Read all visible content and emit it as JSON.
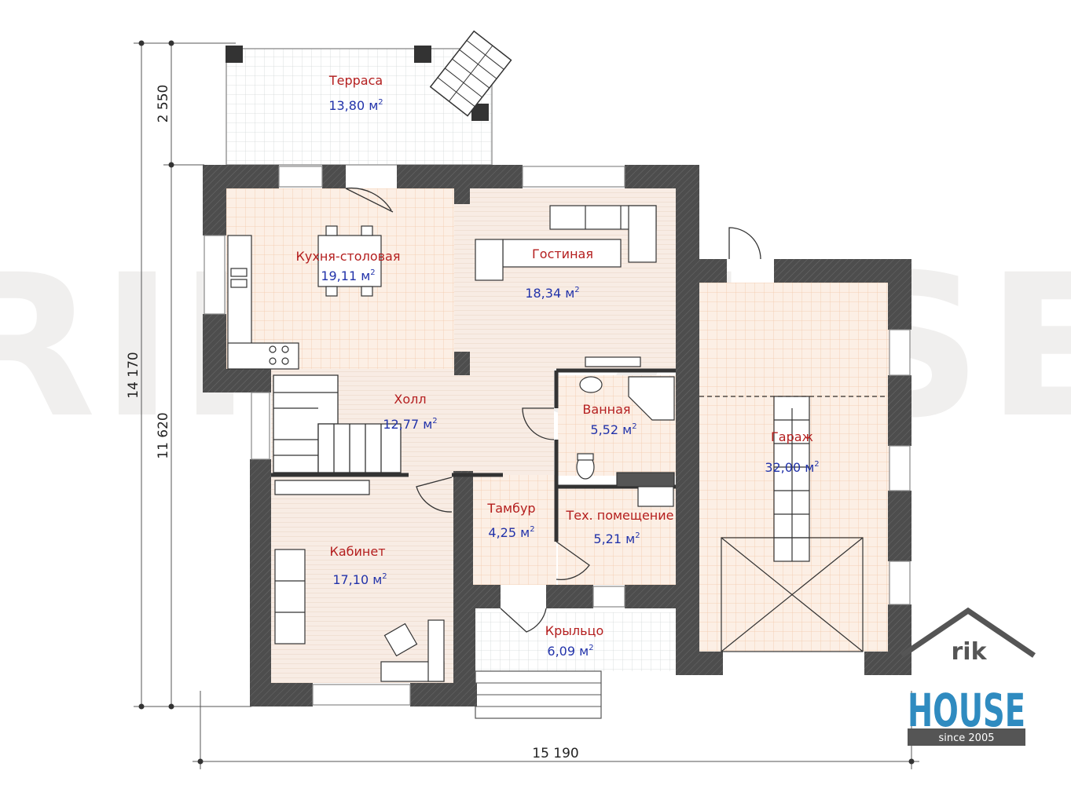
{
  "watermark": "RIKHOUSE",
  "area_unit": "м",
  "area_unit_power": "2",
  "rooms": [
    {
      "id": "terrace",
      "name": "Терраса",
      "area": "13,80"
    },
    {
      "id": "kitchen",
      "name": "Кухня-столовая",
      "area": "19,11"
    },
    {
      "id": "living",
      "name": "Гостиная",
      "area": "18,34"
    },
    {
      "id": "hall",
      "name": "Холл",
      "area": "12,77"
    },
    {
      "id": "bath",
      "name": "Ванная",
      "area": "5,52"
    },
    {
      "id": "garage",
      "name": "Гараж",
      "area": "32,00"
    },
    {
      "id": "vestibule",
      "name": "Тамбур",
      "area": "4,25"
    },
    {
      "id": "tech",
      "name": "Тех. помещение",
      "area": "5,21"
    },
    {
      "id": "study",
      "name": "Кабинет",
      "area": "17,10"
    },
    {
      "id": "porch",
      "name": "Крыльцо",
      "area": "6,09"
    }
  ],
  "dimensions": {
    "total_height": "14 170",
    "house_depth": "11 620",
    "terrace_depth": "2 550",
    "total_width": "15 190"
  },
  "logo": {
    "top_text": "rik",
    "main_text": "HOUSE",
    "tagline": "since 2005"
  },
  "colors": {
    "room_label": "#b41e1e",
    "area_label": "#2233aa",
    "wall": "#4a4a4a",
    "warm_floor": "#fbeee4",
    "cool_floor": "#eef0f0",
    "logo_blue": "#2f8bc0"
  }
}
